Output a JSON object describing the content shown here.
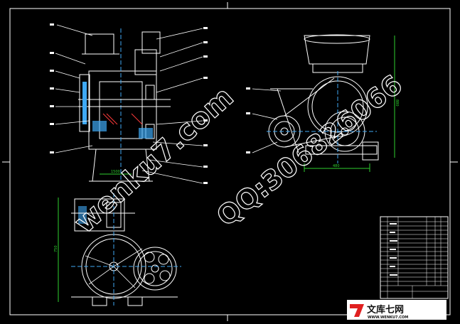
{
  "colors": {
    "background": "#000000",
    "line": "#ffffff",
    "accent_blue": "#3fa9f5",
    "accent_red": "#ff3b3b",
    "dim_green": "#2fd12f",
    "watermark": "#ffffff",
    "logo_red": "#e02020"
  },
  "watermark": {
    "site": "wenku7.com",
    "qq": "QQ:306826066"
  },
  "dimensions": {
    "front_width": "1500",
    "side_width": "480",
    "side_height": "880",
    "bottom_height": "750"
  },
  "logo": {
    "brand_cn": "文库七网",
    "brand_url": "WWW.WENKU7.COM"
  }
}
